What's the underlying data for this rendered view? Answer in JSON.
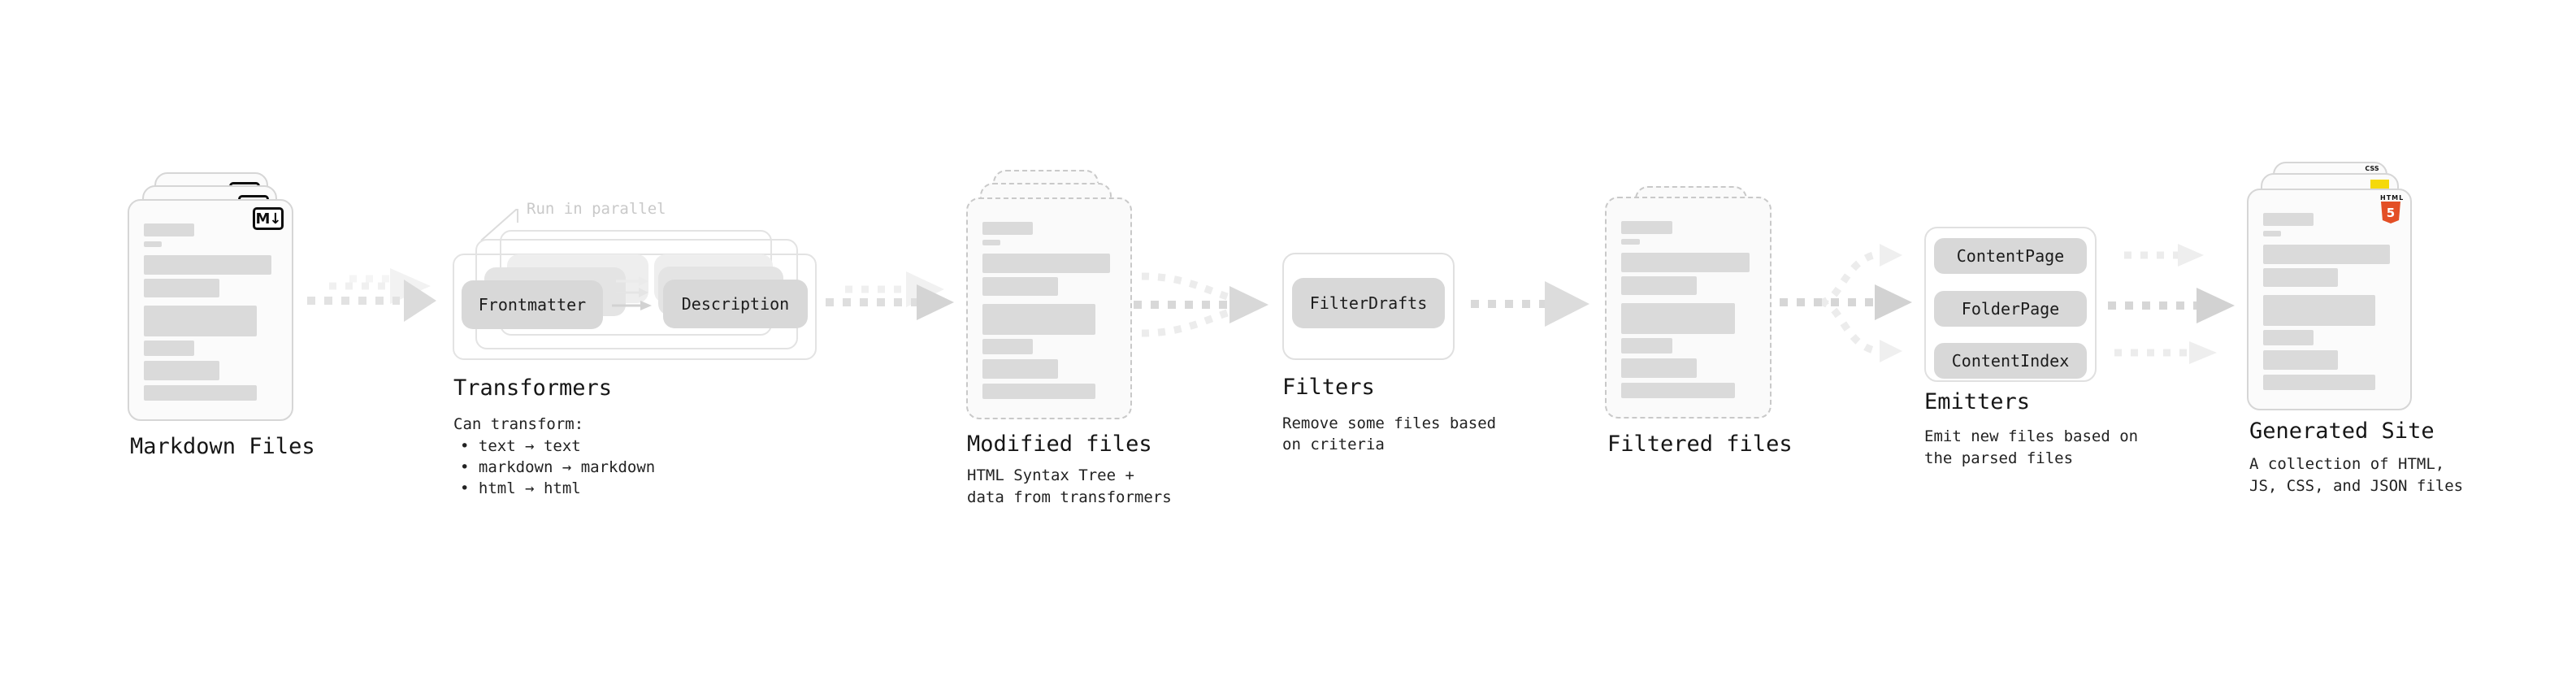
{
  "palette": {
    "markdown_badge_black": "#0d0d0d",
    "html5_orange": "#e34f26",
    "js_yellow": "#f5d90a",
    "css_blue": "#2d53e5",
    "pill_gray": "#d8d8d8",
    "arrow_gray": "#dbdbdb"
  },
  "markdown": {
    "label": "Markdown Files",
    "badge": "M↓"
  },
  "transformers": {
    "heading": "Transformers",
    "callout": "Run in parallel",
    "pill_left": "Frontmatter",
    "pill_right": "Description",
    "desc_title": "Can transform:",
    "bullets": "• text → text\n• markdown → markdown\n• html → html"
  },
  "modified": {
    "label": "Modified files",
    "desc": "HTML Syntax Tree +\ndata from transformers"
  },
  "filters": {
    "heading": "Filters",
    "pill": "FilterDrafts",
    "desc": "Remove some files based\non criteria"
  },
  "filtered": {
    "label": "Filtered files"
  },
  "emitters": {
    "heading": "Emitters",
    "pills": [
      "ContentPage",
      "FolderPage",
      "ContentIndex"
    ],
    "desc": "Emit new files based on\nthe parsed files"
  },
  "generated": {
    "label": "Generated Site",
    "desc": "A collection of HTML,\nJS, CSS, and JSON files",
    "css_badge": "CSS",
    "html_badge_top": "HTML",
    "html_badge_num": "5"
  }
}
